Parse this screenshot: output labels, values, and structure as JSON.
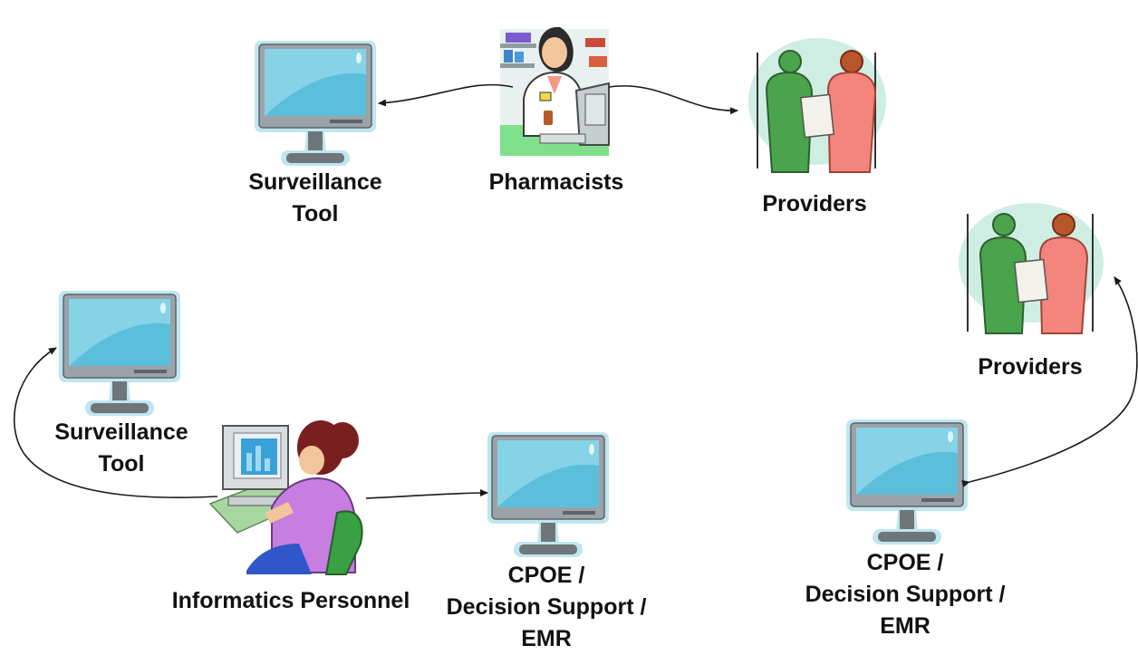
{
  "colors": {
    "screen": "#5bbfdc",
    "screen_light": "#a9e3f3",
    "monitor_frame": "#9ba3a8",
    "monitor_glow": "#bfe6f0",
    "stand": "#6e7679",
    "connector": "#1a1a1a",
    "scrubs_green": "#4aa44c",
    "scrubs_pink": "#f4857c",
    "halo": "#cfeee3",
    "blouse_purple": "#c77ee0",
    "hair": "#7a1f1f"
  },
  "labels": {
    "surveillance_tool_top": [
      "Surveillance",
      "Tool"
    ],
    "pharmacists": [
      "Pharmacists"
    ],
    "providers_top": [
      "Providers"
    ],
    "providers_right": [
      "Providers"
    ],
    "surveillance_tool_left": [
      "Surveillance",
      "Tool"
    ],
    "informatics_personnel": [
      "Informatics Personnel"
    ],
    "cpoe_middle": [
      "CPOE /",
      "Decision Support /",
      "EMR"
    ],
    "cpoe_right": [
      "CPOE /",
      "Decision Support /",
      "EMR"
    ]
  },
  "icons": {
    "monitor": "computer-monitor-icon",
    "pharmacist": "pharmacist-clipart",
    "providers": "medical-providers-clipart",
    "informatics": "person-at-computer-clipart"
  }
}
